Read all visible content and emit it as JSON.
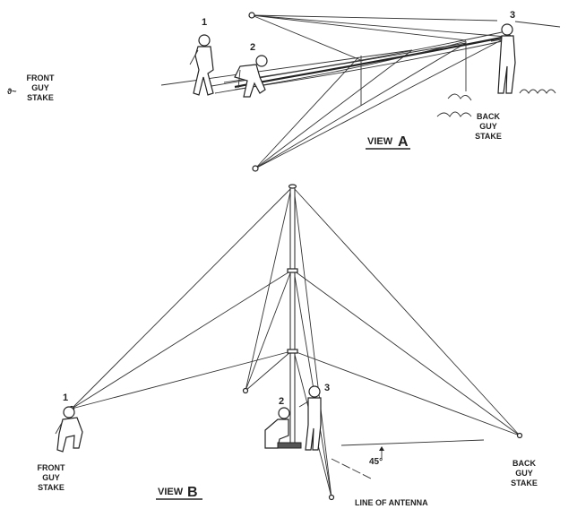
{
  "view_a": {
    "title_word": "VIEW",
    "title_letter": "A",
    "soldier_1": "1",
    "soldier_2": "2",
    "soldier_3": "3",
    "front_guy_stake": [
      "FRONT",
      "GUY",
      "STAKE"
    ],
    "back_guy_stake": [
      "BACK",
      "GUY",
      "STAKE"
    ]
  },
  "view_b": {
    "title_word": "VIEW",
    "title_letter": "B",
    "soldier_1": "1",
    "soldier_2": "2",
    "soldier_3": "3",
    "front_guy_stake": [
      "FRONT",
      "GUY",
      "STAKE"
    ],
    "back_guy_stake": [
      "BACK",
      "GUY",
      "STAKE"
    ],
    "angle": "45°",
    "line_of_antenna": "LINE OF ANTENNA"
  }
}
